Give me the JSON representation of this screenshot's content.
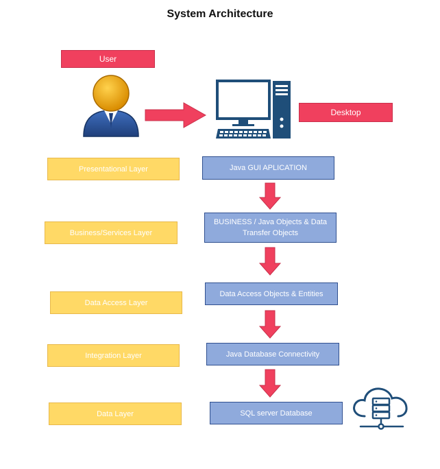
{
  "title": "System Architecture",
  "user_label": "User",
  "desktop_label": "Desktop",
  "layers": [
    "Presentational Layer",
    "Business/Services Layer",
    "Data Access Layer",
    "Integration Layer",
    "Data Layer"
  ],
  "components": [
    "Java GUI APLICATION",
    "BUSINESS / Java Objects & Data Transfer Objects",
    "Data Access Objects & Entities",
    "Java Database Connectivity",
    "SQL server Database"
  ],
  "icons": [
    "user-icon",
    "desktop-computer-icon",
    "cloud-database-icon"
  ],
  "colors": {
    "red": "#f0405e",
    "layer_yellow": "#ffd966",
    "component_blue": "#8faadc",
    "icon_blue": "#1f4e79"
  }
}
